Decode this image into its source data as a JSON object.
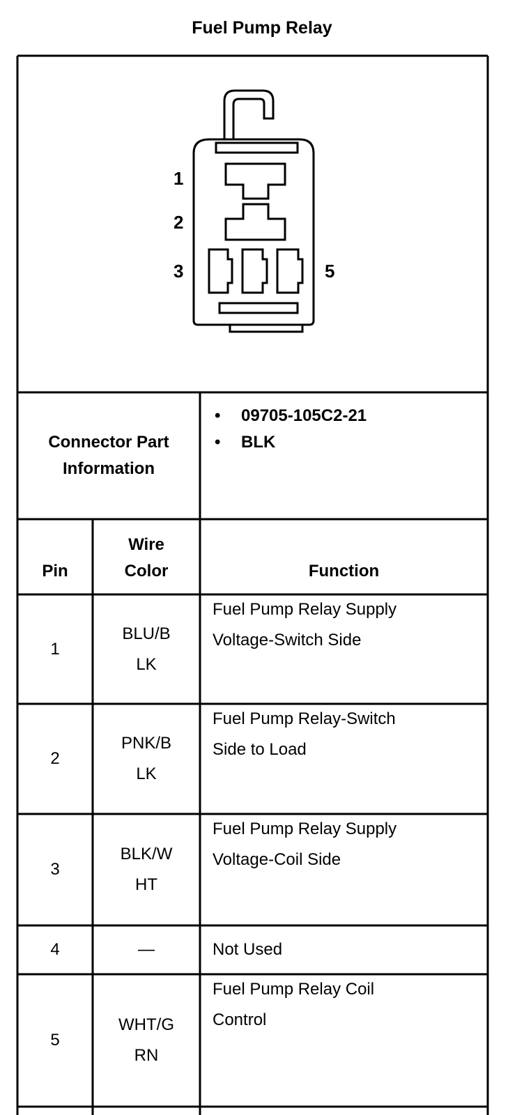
{
  "title": "Fuel Pump Relay",
  "diagram": {
    "pin_labels": [
      "1",
      "2",
      "3",
      "5"
    ]
  },
  "connector_info": {
    "label_line1": "Connector Part",
    "label_line2": "Information",
    "items": [
      "09705-105C2-21",
      "BLK"
    ],
    "bullet": "•"
  },
  "table": {
    "headers": {
      "pin": "Pin",
      "wire_color_line1": "Wire",
      "wire_color_line2": "Color",
      "function": "Function"
    },
    "rows": [
      {
        "pin": "1",
        "wire": [
          "BLU/B",
          "LK"
        ],
        "function": [
          "Fuel Pump Relay Supply",
          "Voltage-Switch Side"
        ]
      },
      {
        "pin": "2",
        "wire": [
          "PNK/B",
          "LK"
        ],
        "function": [
          "Fuel Pump Relay-Switch",
          "Side to Load"
        ]
      },
      {
        "pin": "3",
        "wire": [
          "BLK/W",
          "HT"
        ],
        "function": [
          "Fuel Pump Relay Supply",
          "Voltage-Coil Side"
        ]
      },
      {
        "pin": "4",
        "wire": [
          "—"
        ],
        "function": [
          "Not Used"
        ]
      },
      {
        "pin": "5",
        "wire": [
          "WHT/G",
          "RN"
        ],
        "function": [
          "Fuel Pump Relay Coil",
          "Control"
        ]
      }
    ]
  }
}
